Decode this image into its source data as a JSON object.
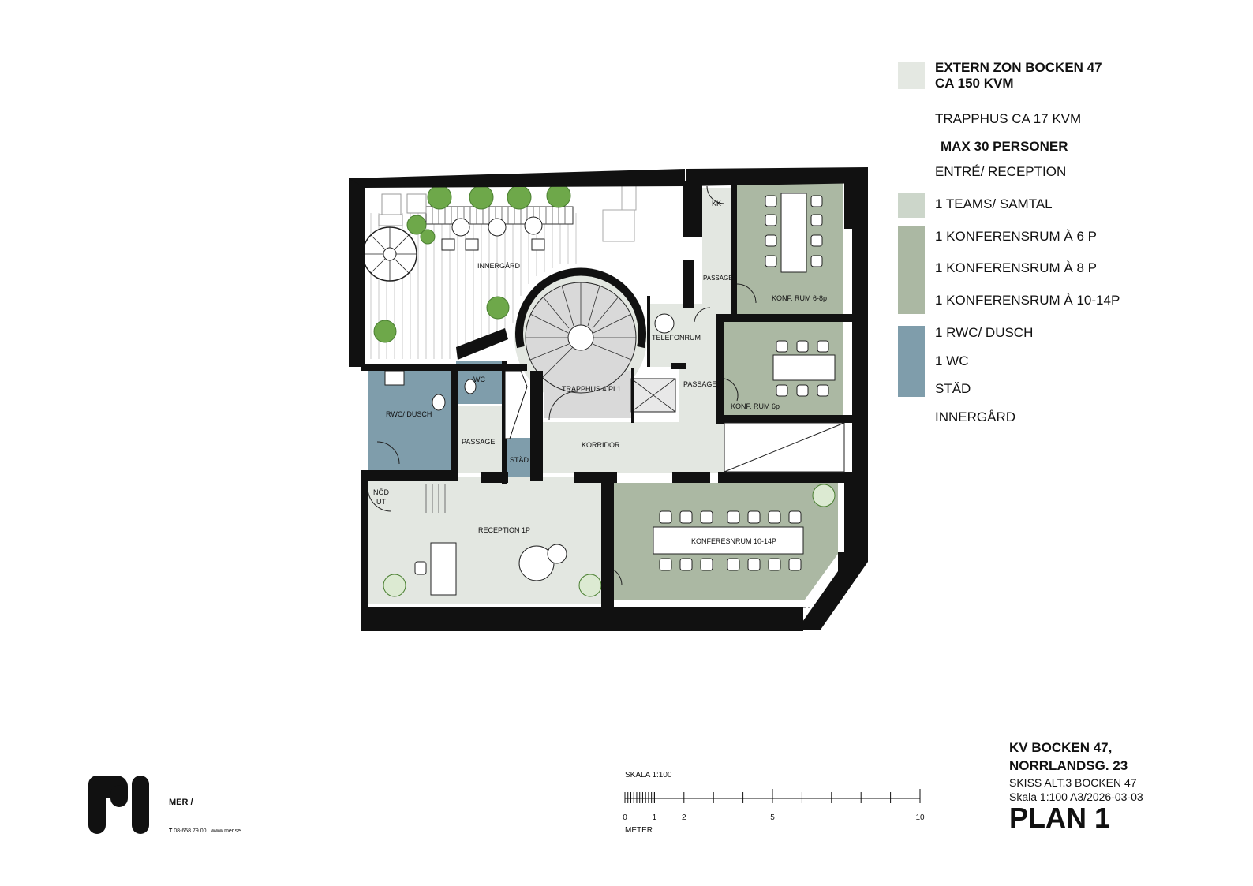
{
  "legend": {
    "extern_zon_line1": "EXTERN ZON BOCKEN 47",
    "extern_zon_line2": "CA 150 KVM",
    "trapphus": "TRAPPHUS CA 17 KVM",
    "max_personer": "MAX 30 PERSONER",
    "entre": "ENTRÉ/ RECEPTION",
    "teams": "1 TEAMS/ SAMTAL",
    "konf6": "1 KONFERENSRUM À 6 P",
    "konf8": "1 KONFERENSRUM À 8 P",
    "konf10": "1 KONFERENSRUM À 10-14P",
    "rwc": "1 RWC/ DUSCH",
    "wc": "1 WC",
    "stad": "STÄD",
    "innergard": "INNERGÅRD"
  },
  "colors": {
    "extern_zon": "#e4e8e2",
    "reception": "#e3e7e1",
    "teams": "#ccd6ca",
    "konferens": "#abb8a3",
    "rwc": "#7f9dab",
    "wall": "#111111",
    "stair": "#d9d9d9",
    "plant": "#6ea84a"
  },
  "rooms": {
    "innergard": "INNERGÅRD",
    "kk": "KK",
    "passage_top": "PASSAGE",
    "konf_rum_6_8p": "KONF. RUM 6-8p",
    "telefonrum": "TELEFONRUM",
    "passage_mid": "PASSAGE",
    "konf_rum_6p": "KONF. RUM 6p",
    "trapphus": "TRAPPHUS 4 PL1",
    "wc": "WC",
    "rwc_dusch": "RWC/ DUSCH",
    "passage_left": "PASSAGE",
    "stad": "STÄD",
    "korridor": "KORRIDOR",
    "nod_line1": "NÖD",
    "nod_line2": "UT",
    "reception": "RECEPTION 1P",
    "konferensrum": "KONFERESNRUM 10-14P"
  },
  "title_block": {
    "line1": "KV BOCKEN 47,",
    "line2": "NORRLANDSG. 23",
    "line3": "SKISS ALT.3 BOCKEN 47",
    "line4": "Skala 1:100 A3/2026-03-03",
    "plan": "PLAN 1"
  },
  "scale": {
    "label": "SKALA 1:100",
    "unit": "METER",
    "tick_labels": [
      "0",
      "1",
      "2",
      "5",
      "10"
    ],
    "tick_values": [
      0,
      1,
      2,
      5,
      10
    ]
  },
  "company": {
    "name": "MER /",
    "phone_prefix": "T",
    "phone": "08-658 79 00",
    "web": "www.mer.se"
  }
}
